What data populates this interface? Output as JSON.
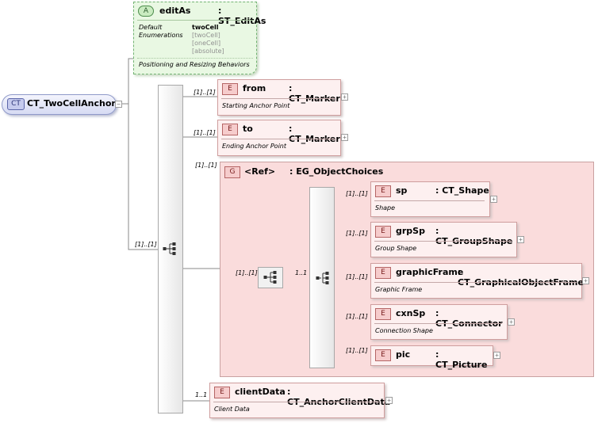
{
  "root": {
    "badge": "CT",
    "name": "CT_TwoCellAnchor"
  },
  "attribute": {
    "badge": "A",
    "name": "editAs",
    "type": ": ST_EditAs",
    "default_label": "Default",
    "enumerations_label": "Enumerations",
    "default_value": "twoCell",
    "enumerations": [
      "[twoCell]",
      "[oneCell]",
      "[absolute]"
    ],
    "description": "Positioning and Resizing Behaviors"
  },
  "elements": {
    "from": {
      "badge": "E",
      "name": "from",
      "type": ": CT_Marker",
      "desc": "Starting Anchor Point",
      "card": "[1]..[1]"
    },
    "to": {
      "badge": "E",
      "name": "to",
      "type": ": CT_Marker",
      "desc": "Ending Anchor Point",
      "card": "[1]..[1]"
    },
    "clientData": {
      "badge": "E",
      "name": "clientData",
      "type": ": CT_AnchorClientData",
      "desc": "Client Data",
      "card": "1..1"
    }
  },
  "group": {
    "badge": "G",
    "name": "<Ref>",
    "type": ": EG_ObjectChoices",
    "card": "[1]..[1]",
    "seq_card": "[1]..[1]",
    "choice_card": "1..1",
    "items": [
      {
        "badge": "E",
        "name": "sp",
        "type": ": CT_Shape",
        "desc": "Shape",
        "card": "[1]..[1]"
      },
      {
        "badge": "E",
        "name": "grpSp",
        "type": ": CT_GroupShape",
        "desc": "Group Shape",
        "card": "[1]..[1]"
      },
      {
        "badge": "E",
        "name": "graphicFrame",
        "type": ": CT_GraphicalObjectFrame",
        "desc": "Graphic Frame",
        "card": "[1]..[1]"
      },
      {
        "badge": "E",
        "name": "cxnSp",
        "type": ": CT_Connector",
        "desc": "Connection Shape",
        "card": "[1]..[1]"
      },
      {
        "badge": "E",
        "name": "pic",
        "type": ": CT_Picture",
        "desc": "",
        "card": "[1]..[1]"
      }
    ]
  },
  "sequence_card": "[1]..[1]"
}
